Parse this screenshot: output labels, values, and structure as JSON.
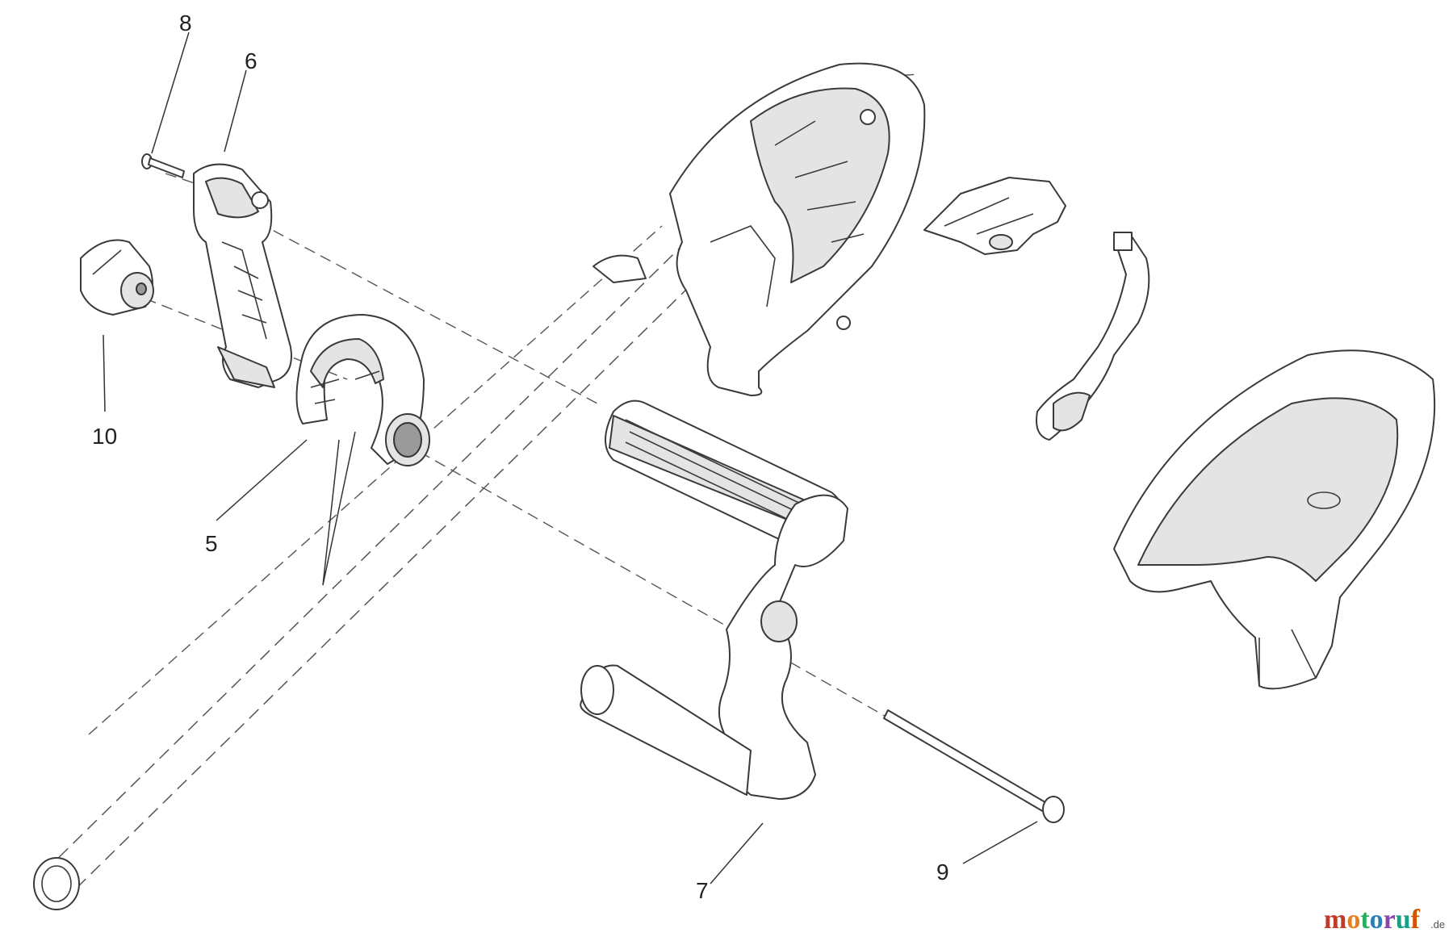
{
  "callouts": {
    "p5": "5",
    "p6": "6",
    "p7": "7",
    "p8": "8",
    "p9": "9",
    "p10": "10"
  },
  "watermark": {
    "parts": [
      {
        "text": "m",
        "color": "#c0392b"
      },
      {
        "text": "o",
        "color": "#e67e22"
      },
      {
        "text": "t",
        "color": "#27ae60"
      },
      {
        "text": "o",
        "color": "#2980b9"
      },
      {
        "text": "r",
        "color": "#8e44ad"
      },
      {
        "text": "u",
        "color": "#16a085"
      },
      {
        "text": "f",
        "color": "#d35400"
      }
    ],
    "suffix": ".de"
  },
  "icons": [
    "shaft-tube",
    "handle-bracket",
    "clamp-ring",
    "knob",
    "grip-handle",
    "bolt",
    "screw",
    "motor-housing",
    "trigger",
    "cover-shell"
  ]
}
